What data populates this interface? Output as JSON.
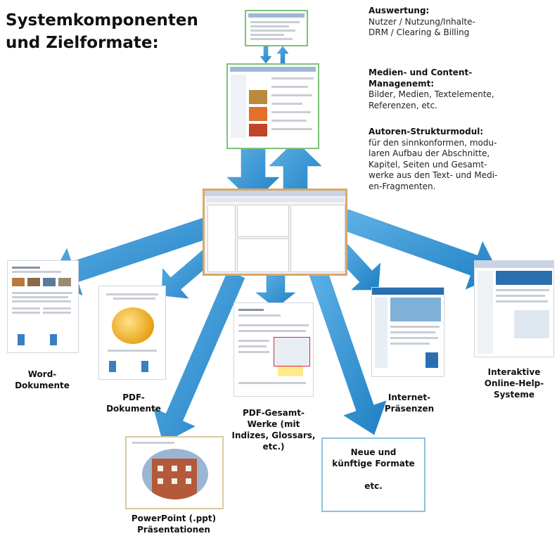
{
  "title": [
    "Systemkomponenten",
    "und Zielformate:"
  ],
  "legend": [
    {
      "heading": "Auswertung:",
      "lines": [
        "Nutzer / Nutzung/Inhalte-",
        "DRM / Clearing & Billing"
      ]
    },
    {
      "heading": "Medien- und Content-Managenemt:",
      "lines": [
        "Bilder, Medien, Textelemente,",
        "Referenzen, etc."
      ]
    },
    {
      "heading": "Autoren-Strukturmodul:",
      "lines": [
        "für den sinnkonformen, modu-",
        "laren Aufbau der Abschnitte,",
        "Kapitel, Seiten und Gesamt-",
        "werke aus den Text- und Medi-",
        "en-Fragmenten."
      ]
    }
  ],
  "captions": {
    "word": [
      "Word-",
      "Dokumente"
    ],
    "pdf": [
      "PDF-",
      "Dokumente"
    ],
    "pdf_gesamt": [
      "PDF-Gesamt-",
      "Werke (mit",
      "Indizes, Glossars,",
      "etc.)"
    ],
    "neue": [
      "Neue und",
      "künftige Formate",
      "",
      "etc."
    ],
    "internet": [
      "Internet-",
      "Präsenzen"
    ],
    "online_help": [
      "Interaktive",
      "Online-Help-",
      "Systeme"
    ],
    "powerpoint": [
      "PowerPoint (.ppt)",
      "Präsentationen"
    ]
  },
  "colors": {
    "arrow": "#2f8fd0",
    "arrow_light": "#6fb8e8",
    "green_frame": "#7dc27a",
    "central_frame": "#d9a86a",
    "box_border": "#8ebfe0"
  }
}
